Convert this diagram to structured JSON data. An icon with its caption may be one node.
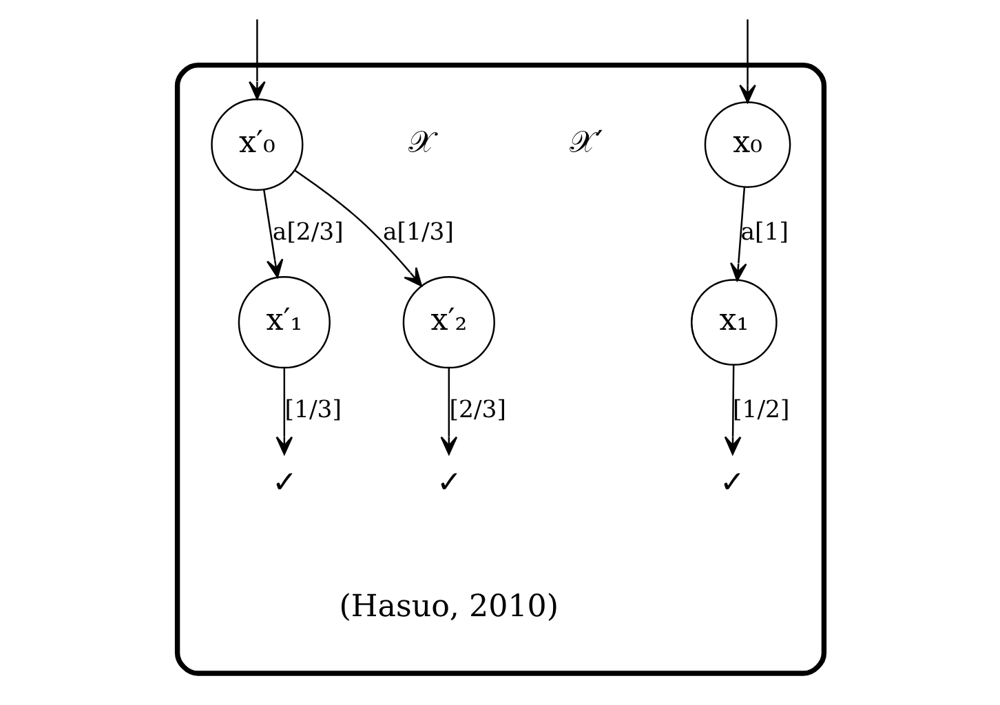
{
  "diagram": {
    "nodes": [
      {
        "text": [],
        "shape": "box"
      },
      {
        "text": [
          "x′₀"
        ],
        "in": 0
      },
      {
        "text": [
          "x′₁"
        ],
        "in": 0
      },
      {
        "text": [
          "x′₂"
        ],
        "in": 0
      },
      {
        "text": [
          "✓"
        ],
        "in": 0
      },
      {
        "text": [
          "✓"
        ],
        "in": 0
      },
      {
        "text": [
          "x₀"
        ],
        "in": 0
      },
      {
        "text": [
          "x₁"
        ],
        "in": 0
      },
      {
        "text": [
          "✓"
        ],
        "in": 0
      }
    ],
    "edges": [
      {
        "from": null,
        "to": 1,
        "arrow": "to"
      },
      {
        "from": 1,
        "to": 2,
        "arrow": "to",
        "label": "a[2/3]"
      },
      {
        "from": 1,
        "to": 3,
        "arrow": "to",
        "label": "a[1/3]"
      },
      {
        "from": 2,
        "to": 4,
        "arrow": "to",
        "label": "[1/3]"
      },
      {
        "from": 3,
        "to": 5,
        "arrow": "to",
        "label": "[2/3]"
      },
      {
        "from": null,
        "to": 6,
        "arrow": "to"
      },
      {
        "from": 6,
        "to": 7,
        "arrow": "to",
        "label": "a[1]"
      },
      {
        "from": 7,
        "to": 8,
        "arrow": "to",
        "label": "[1/2]"
      }
    ],
    "labels": [
      "𝒳′",
      "𝒳",
      "(Hasuo, 2010)"
    ]
  }
}
